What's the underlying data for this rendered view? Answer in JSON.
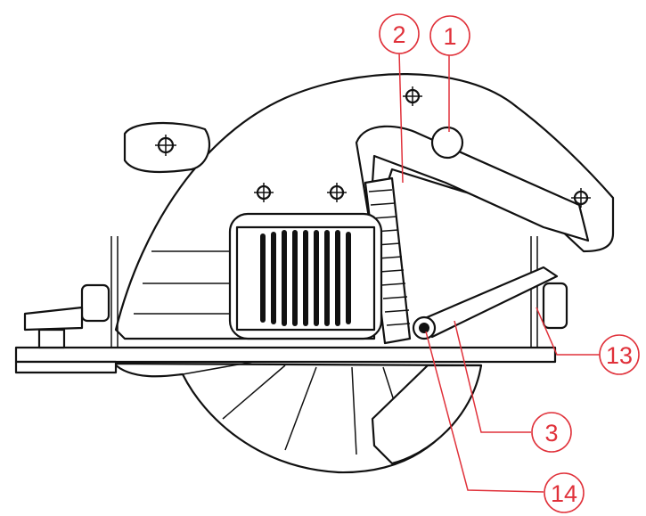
{
  "callouts": [
    {
      "id": "c1",
      "label": "1"
    },
    {
      "id": "c2",
      "label": "2"
    },
    {
      "id": "c13",
      "label": "13"
    },
    {
      "id": "c3",
      "label": "3"
    },
    {
      "id": "c14",
      "label": "14"
    }
  ],
  "colors": {
    "callout": "#e0313a",
    "ink": "#111111",
    "background": "#ffffff"
  }
}
